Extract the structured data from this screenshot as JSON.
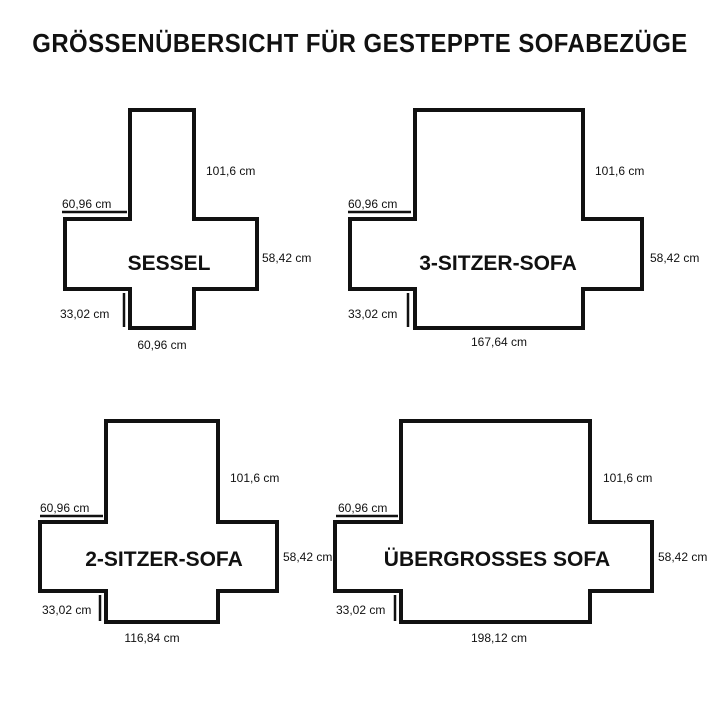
{
  "title": "GRÖSSENÜBERSICHT FÜR GESTEPPTE SOFABEZÜGE",
  "covers": [
    {
      "name": "SESSEL",
      "back_height": "101,6 cm",
      "arm_width": "60,96 cm",
      "side_height": "58,42 cm",
      "front_drop": "33,02 cm",
      "seat_width": "60,96 cm"
    },
    {
      "name": "3-SITZER-SOFA",
      "back_height": "101,6 cm",
      "arm_width": "60,96 cm",
      "side_height": "58,42 cm",
      "front_drop": "33,02 cm",
      "seat_width": "167,64 cm"
    },
    {
      "name": "2-SITZER-SOFA",
      "back_height": "101,6 cm",
      "arm_width": "60,96 cm",
      "side_height": "58,42 cm",
      "front_drop": "33,02 cm",
      "seat_width": "116,84 cm"
    },
    {
      "name": "ÜBERGROSSES SOFA",
      "back_height": "101,6 cm",
      "arm_width": "60,96 cm",
      "side_height": "58,42 cm",
      "front_drop": "33,02 cm",
      "seat_width": "198,12 cm"
    }
  ]
}
